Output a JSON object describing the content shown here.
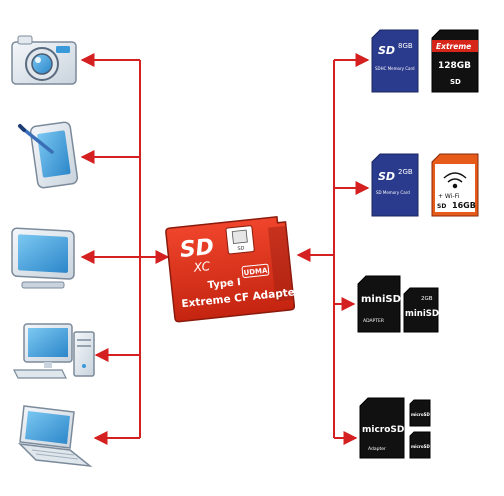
{
  "adapter": {
    "brand_logo": "SD",
    "brand_sub": "XC",
    "mode_badge": "UDMA",
    "title_line1": "Type I",
    "title_line2": "Extreme CF Adapter",
    "slot_tag": "SD"
  },
  "devices_left": [
    {
      "icon": "camera-icon"
    },
    {
      "icon": "tablet-icon"
    },
    {
      "icon": "monitor-icon"
    },
    {
      "icon": "desktop-computer-icon"
    },
    {
      "icon": "laptop-icon"
    }
  ],
  "memory_cards_right": [
    {
      "card_a": {
        "logo": "SD",
        "capacity": "8GB",
        "caption": "SDHC Memory Card"
      },
      "card_b": {
        "brand": "Extreme",
        "capacity": "128GB",
        "logo": "SD"
      }
    },
    {
      "card_a": {
        "logo": "SD",
        "capacity": "2GB",
        "caption": "SD Memory Card"
      },
      "card_b": {
        "feature": "+ Wi-Fi",
        "capacity": "16GB",
        "logo": "SD"
      }
    },
    {
      "card_a": {
        "logo": "miniSD",
        "caption": "ADAPTER"
      },
      "card_b": {
        "logo": "miniSD",
        "capacity": "2GB"
      }
    },
    {
      "card_a": {
        "logo": "microSD",
        "caption": "Adapter"
      },
      "card_b": {
        "logo": "microSD"
      }
    }
  ],
  "colors": {
    "arrow": "#d42020",
    "adapter_body": "#e8321e",
    "sd_card_blue": "#2a3a8c",
    "screen_blue": "#3a9ad9",
    "device_outline": "#5a6b80"
  }
}
